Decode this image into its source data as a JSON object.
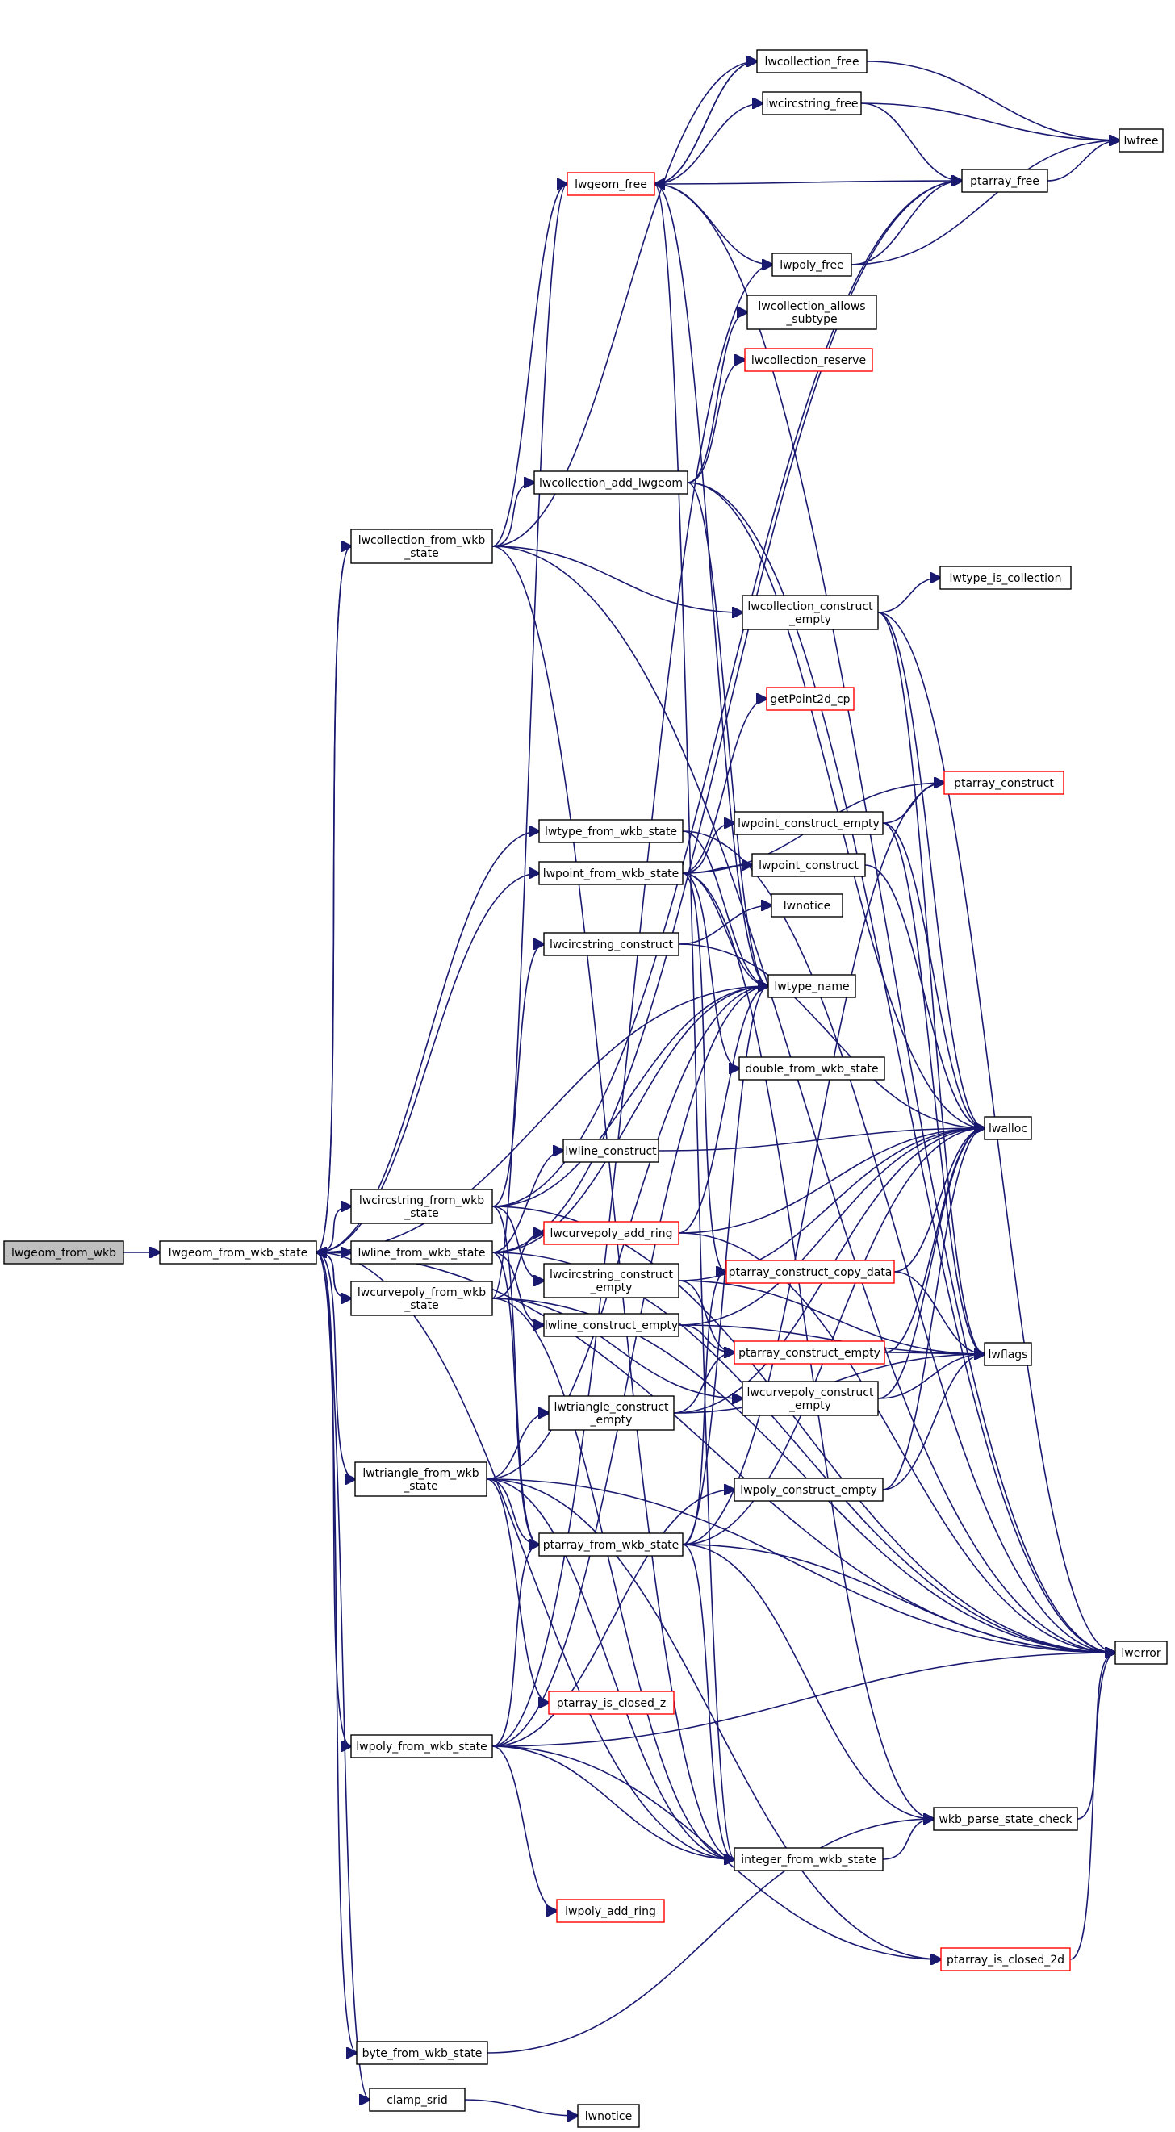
{
  "nodes": {
    "lwgeom_from_wkb": {
      "lines": [
        "lwgeom_from_wkb"
      ],
      "red": false,
      "root": true
    },
    "lwgeom_from_wkb_state": {
      "lines": [
        "lwgeom_from_wkb_state"
      ],
      "red": false
    },
    "lwcollection_from_wkb_state": {
      "lines": [
        "lwcollection_from_wkb",
        "_state"
      ],
      "red": false
    },
    "lwcircstring_from_wkb_state": {
      "lines": [
        "lwcircstring_from_wkb",
        "_state"
      ],
      "red": false
    },
    "lwline_from_wkb_state": {
      "lines": [
        "lwline_from_wkb_state"
      ],
      "red": false
    },
    "lwcurvepoly_from_wkb_state": {
      "lines": [
        "lwcurvepoly_from_wkb",
        "_state"
      ],
      "red": false
    },
    "lwtriangle_from_wkb_state": {
      "lines": [
        "lwtriangle_from_wkb",
        "_state"
      ],
      "red": false
    },
    "lwpoly_from_wkb_state": {
      "lines": [
        "lwpoly_from_wkb_state"
      ],
      "red": false
    },
    "byte_from_wkb_state": {
      "lines": [
        "byte_from_wkb_state"
      ],
      "red": false
    },
    "clamp_srid": {
      "lines": [
        "clamp_srid"
      ],
      "red": false
    },
    "lwgeom_free": {
      "lines": [
        "lwgeom_free"
      ],
      "red": true
    },
    "lwcollection_add_lwgeom": {
      "lines": [
        "lwcollection_add_lwgeom"
      ],
      "red": false
    },
    "lwtype_from_wkb_state": {
      "lines": [
        "lwtype_from_wkb_state"
      ],
      "red": false
    },
    "lwpoint_from_wkb_state": {
      "lines": [
        "lwpoint_from_wkb_state"
      ],
      "red": false
    },
    "lwcircstring_construct": {
      "lines": [
        "lwcircstring_construct"
      ],
      "red": false
    },
    "lwline_construct": {
      "lines": [
        "lwline_construct"
      ],
      "red": false
    },
    "lwcurvepoly_add_ring": {
      "lines": [
        "lwcurvepoly_add_ring"
      ],
      "red": true
    },
    "lwcircstring_construct_empty": {
      "lines": [
        "lwcircstring_construct",
        "_empty"
      ],
      "red": false
    },
    "lwline_construct_empty": {
      "lines": [
        "lwline_construct_empty"
      ],
      "red": false
    },
    "lwtriangle_construct_empty": {
      "lines": [
        "lwtriangle_construct",
        "_empty"
      ],
      "red": false
    },
    "ptarray_from_wkb_state": {
      "lines": [
        "ptarray_from_wkb_state"
      ],
      "red": false
    },
    "ptarray_is_closed_z": {
      "lines": [
        "ptarray_is_closed_z"
      ],
      "red": true
    },
    "lwpoly_add_ring": {
      "lines": [
        "lwpoly_add_ring"
      ],
      "red": true
    },
    "lwcollection_free": {
      "lines": [
        "lwcollection_free"
      ],
      "red": false
    },
    "lwcircstring_free": {
      "lines": [
        "lwcircstring_free"
      ],
      "red": false
    },
    "lwpoly_free": {
      "lines": [
        "lwpoly_free"
      ],
      "red": false
    },
    "lwcollection_allows_subtype": {
      "lines": [
        "lwcollection_allows",
        "_subtype"
      ],
      "red": false
    },
    "lwcollection_reserve": {
      "lines": [
        "lwcollection_reserve"
      ],
      "red": true
    },
    "lwcollection_construct_empty": {
      "lines": [
        "lwcollection_construct",
        "_empty"
      ],
      "red": false
    },
    "getPoint2d_cp": {
      "lines": [
        "getPoint2d_cp"
      ],
      "red": true
    },
    "lwpoint_construct_empty": {
      "lines": [
        "lwpoint_construct_empty"
      ],
      "red": false
    },
    "lwpoint_construct": {
      "lines": [
        "lwpoint_construct"
      ],
      "red": false
    },
    "lwnotice": {
      "lines": [
        "lwnotice"
      ],
      "red": false
    },
    "lwnotice_b": {
      "lines": [
        "lwnotice"
      ],
      "red": false
    },
    "lwtype_name": {
      "lines": [
        "lwtype_name"
      ],
      "red": false
    },
    "double_from_wkb_state": {
      "lines": [
        "double_from_wkb_state"
      ],
      "red": false
    },
    "ptarray_construct_copy_data": {
      "lines": [
        "ptarray_construct_copy_data"
      ],
      "red": true
    },
    "ptarray_construct_empty": {
      "lines": [
        "ptarray_construct_empty"
      ],
      "red": true
    },
    "lwcurvepoly_construct_empty": {
      "lines": [
        "lwcurvepoly_construct",
        "_empty"
      ],
      "red": false
    },
    "lwpoly_construct_empty": {
      "lines": [
        "lwpoly_construct_empty"
      ],
      "red": false
    },
    "wkb_parse_state_check": {
      "lines": [
        "wkb_parse_state_check"
      ],
      "red": false
    },
    "integer_from_wkb_state": {
      "lines": [
        "integer_from_wkb_state"
      ],
      "red": false
    },
    "ptarray_is_closed_2d": {
      "lines": [
        "ptarray_is_closed_2d"
      ],
      "red": true
    },
    "lwtype_is_collection": {
      "lines": [
        "lwtype_is_collection"
      ],
      "red": false
    },
    "ptarray_construct": {
      "lines": [
        "ptarray_construct"
      ],
      "red": true
    },
    "lwfree": {
      "lines": [
        "lwfree"
      ],
      "red": false
    },
    "ptarray_free": {
      "lines": [
        "ptarray_free"
      ],
      "red": false
    },
    "lwalloc": {
      "lines": [
        "lwalloc"
      ],
      "red": false
    },
    "lwflags": {
      "lines": [
        "lwflags"
      ],
      "red": false
    },
    "lwerror": {
      "lines": [
        "lwerror"
      ],
      "red": false
    }
  },
  "edges": [
    [
      "lwgeom_from_wkb",
      "lwgeom_from_wkb_state"
    ],
    [
      "lwgeom_from_wkb_state",
      "lwcollection_from_wkb_state"
    ],
    [
      "lwgeom_from_wkb_state",
      "lwcircstring_from_wkb_state"
    ],
    [
      "lwgeom_from_wkb_state",
      "lwline_from_wkb_state"
    ],
    [
      "lwgeom_from_wkb_state",
      "lwcurvepoly_from_wkb_state"
    ],
    [
      "lwgeom_from_wkb_state",
      "lwtriangle_from_wkb_state"
    ],
    [
      "lwgeom_from_wkb_state",
      "lwpoly_from_wkb_state"
    ],
    [
      "lwgeom_from_wkb_state",
      "byte_from_wkb_state"
    ],
    [
      "lwgeom_from_wkb_state",
      "clamp_srid"
    ],
    [
      "lwgeom_from_wkb_state",
      "lwtype_from_wkb_state"
    ],
    [
      "lwgeom_from_wkb_state",
      "lwpoint_from_wkb_state"
    ],
    [
      "lwgeom_from_wkb_state",
      "lwtype_name"
    ],
    [
      "lwgeom_from_wkb_state",
      "integer_from_wkb_state"
    ],
    [
      "lwgeom_from_wkb_state",
      "lwerror"
    ],
    [
      "lwcollection_from_wkb_state",
      "lwgeom_from_wkb_state"
    ],
    [
      "lwcurvepoly_from_wkb_state",
      "lwgeom_from_wkb_state"
    ],
    [
      "lwcollection_from_wkb_state",
      "lwcollection_add_lwgeom"
    ],
    [
      "lwcollection_from_wkb_state",
      "lwcollection_construct_empty"
    ],
    [
      "lwcollection_from_wkb_state",
      "lwcollection_free"
    ],
    [
      "lwcollection_from_wkb_state",
      "lwgeom_free"
    ],
    [
      "lwcollection_from_wkb_state",
      "lwerror"
    ],
    [
      "lwcollection_from_wkb_state",
      "integer_from_wkb_state"
    ],
    [
      "lwcircstring_from_wkb_state",
      "lwcircstring_construct"
    ],
    [
      "lwcircstring_from_wkb_state",
      "lwcircstring_construct_empty"
    ],
    [
      "lwcircstring_from_wkb_state",
      "ptarray_from_wkb_state"
    ],
    [
      "lwcircstring_from_wkb_state",
      "lwtype_name"
    ],
    [
      "lwcircstring_from_wkb_state",
      "ptarray_free"
    ],
    [
      "lwcircstring_from_wkb_state",
      "lwerror"
    ],
    [
      "lwline_from_wkb_state",
      "lwline_construct"
    ],
    [
      "lwline_from_wkb_state",
      "lwline_construct_empty"
    ],
    [
      "lwline_from_wkb_state",
      "ptarray_from_wkb_state"
    ],
    [
      "lwline_from_wkb_state",
      "lwtype_name"
    ],
    [
      "lwline_from_wkb_state",
      "ptarray_free"
    ],
    [
      "lwline_from_wkb_state",
      "lwerror"
    ],
    [
      "lwcurvepoly_from_wkb_state",
      "lwcurvepoly_add_ring"
    ],
    [
      "lwcurvepoly_from_wkb_state",
      "lwcurvepoly_construct_empty"
    ],
    [
      "lwcurvepoly_from_wkb_state",
      "lwgeom_free"
    ],
    [
      "lwcurvepoly_from_wkb_state",
      "integer_from_wkb_state"
    ],
    [
      "lwcurvepoly_from_wkb_state",
      "lwerror"
    ],
    [
      "lwtriangle_from_wkb_state",
      "lwtriangle_construct_empty"
    ],
    [
      "lwtriangle_from_wkb_state",
      "ptarray_from_wkb_state"
    ],
    [
      "lwtriangle_from_wkb_state",
      "ptarray_is_closed_z"
    ],
    [
      "lwtriangle_from_wkb_state",
      "ptarray_is_closed_2d"
    ],
    [
      "lwtriangle_from_wkb_state",
      "integer_from_wkb_state"
    ],
    [
      "lwtriangle_from_wkb_state",
      "lwtype_name"
    ],
    [
      "lwtriangle_from_wkb_state",
      "lwerror"
    ],
    [
      "lwpoly_from_wkb_state",
      "lwpoly_add_ring"
    ],
    [
      "lwpoly_from_wkb_state",
      "lwpoly_construct_empty"
    ],
    [
      "lwpoly_from_wkb_state",
      "ptarray_from_wkb_state"
    ],
    [
      "lwpoly_from_wkb_state",
      "ptarray_is_closed_2d"
    ],
    [
      "lwpoly_from_wkb_state",
      "integer_from_wkb_state"
    ],
    [
      "lwpoly_from_wkb_state",
      "lwpoly_free"
    ],
    [
      "lwpoly_from_wkb_state",
      "lwtype_name"
    ],
    [
      "lwpoly_from_wkb_state",
      "lwerror"
    ],
    [
      "byte_from_wkb_state",
      "wkb_parse_state_check"
    ],
    [
      "clamp_srid",
      "lwnotice_b"
    ],
    [
      "lwgeom_free",
      "lwcollection_free"
    ],
    [
      "lwgeom_free",
      "lwcircstring_free"
    ],
    [
      "lwgeom_free",
      "lwpoly_free"
    ],
    [
      "lwgeom_free",
      "ptarray_free"
    ],
    [
      "lwgeom_free",
      "lwtype_name"
    ],
    [
      "lwgeom_free",
      "lwerror"
    ],
    [
      "lwgeom_free",
      "integer_from_wkb_state"
    ],
    [
      "lwcollection_free",
      "lwgeom_free"
    ],
    [
      "lwcollection_free",
      "lwfree"
    ],
    [
      "lwcircstring_free",
      "ptarray_free"
    ],
    [
      "lwcircstring_free",
      "lwfree"
    ],
    [
      "lwpoly_free",
      "ptarray_free"
    ],
    [
      "lwpoly_free",
      "lwfree"
    ],
    [
      "ptarray_free",
      "lwfree"
    ],
    [
      "lwcollection_add_lwgeom",
      "lwcollection_allows_subtype"
    ],
    [
      "lwcollection_add_lwgeom",
      "lwcollection_reserve"
    ],
    [
      "lwcollection_add_lwgeom",
      "lwtype_name"
    ],
    [
      "lwcollection_add_lwgeom",
      "lwerror"
    ],
    [
      "lwcollection_add_lwgeom",
      "lwalloc"
    ],
    [
      "lwcollection_construct_empty",
      "lwtype_is_collection"
    ],
    [
      "lwcollection_construct_empty",
      "lwalloc"
    ],
    [
      "lwcollection_construct_empty",
      "lwflags"
    ],
    [
      "lwcollection_construct_empty",
      "lwerror"
    ],
    [
      "lwtype_from_wkb_state",
      "lwtype_name"
    ],
    [
      "lwtype_from_wkb_state",
      "lwerror"
    ],
    [
      "lwpoint_from_wkb_state",
      "getPoint2d_cp"
    ],
    [
      "lwpoint_from_wkb_state",
      "ptarray_construct"
    ],
    [
      "lwpoint_from_wkb_state",
      "lwpoint_construct_empty"
    ],
    [
      "lwpoint_from_wkb_state",
      "lwpoint_construct"
    ],
    [
      "lwpoint_from_wkb_state",
      "double_from_wkb_state"
    ],
    [
      "lwpoint_from_wkb_state",
      "ptarray_construct_copy_data"
    ],
    [
      "lwpoint_from_wkb_state",
      "wkb_parse_state_check"
    ],
    [
      "lwpoint_from_wkb_state",
      "lwtype_name"
    ],
    [
      "lwpoint_construct_empty",
      "ptarray_construct"
    ],
    [
      "lwpoint_construct_empty",
      "lwalloc"
    ],
    [
      "lwpoint_construct_empty",
      "lwflags"
    ],
    [
      "lwpoint_construct",
      "lwalloc"
    ],
    [
      "lwcircstring_construct",
      "lwnotice"
    ],
    [
      "lwcircstring_construct",
      "lwalloc"
    ],
    [
      "lwline_construct",
      "lwalloc"
    ],
    [
      "lwcurvepoly_add_ring",
      "lwtype_name"
    ],
    [
      "lwcurvepoly_add_ring",
      "lwalloc"
    ],
    [
      "lwcurvepoly_add_ring",
      "lwerror"
    ],
    [
      "lwcircstring_construct_empty",
      "ptarray_construct_empty"
    ],
    [
      "lwcircstring_construct_empty",
      "lwalloc"
    ],
    [
      "lwcircstring_construct_empty",
      "lwflags"
    ],
    [
      "lwline_construct_empty",
      "ptarray_construct_empty"
    ],
    [
      "lwline_construct_empty",
      "lwalloc"
    ],
    [
      "lwline_construct_empty",
      "lwflags"
    ],
    [
      "lwtriangle_construct_empty",
      "ptarray_construct_empty"
    ],
    [
      "lwtriangle_construct_empty",
      "lwalloc"
    ],
    [
      "lwtriangle_construct_empty",
      "lwflags"
    ],
    [
      "ptarray_construct_copy_data",
      "lwalloc"
    ],
    [
      "ptarray_construct_copy_data",
      "lwflags"
    ],
    [
      "ptarray_construct_empty",
      "lwalloc"
    ],
    [
      "ptarray_construct_empty",
      "lwflags"
    ],
    [
      "lwcurvepoly_construct_empty",
      "lwalloc"
    ],
    [
      "lwcurvepoly_construct_empty",
      "lwflags"
    ],
    [
      "lwpoly_construct_empty",
      "lwalloc"
    ],
    [
      "lwpoly_construct_empty",
      "lwflags"
    ],
    [
      "ptarray_from_wkb_state",
      "ptarray_construct_copy_data"
    ],
    [
      "ptarray_from_wkb_state",
      "ptarray_construct"
    ],
    [
      "ptarray_from_wkb_state",
      "integer_from_wkb_state"
    ],
    [
      "ptarray_from_wkb_state",
      "wkb_parse_state_check"
    ],
    [
      "ptarray_from_wkb_state",
      "lwerror"
    ],
    [
      "ptarray_from_wkb_state",
      "lwtype_name"
    ],
    [
      "ptarray_from_wkb_state",
      "lwalloc"
    ],
    [
      "integer_from_wkb_state",
      "wkb_parse_state_check"
    ],
    [
      "wkb_parse_state_check",
      "lwerror"
    ],
    [
      "ptarray_is_closed_2d",
      "lwerror"
    ]
  ]
}
